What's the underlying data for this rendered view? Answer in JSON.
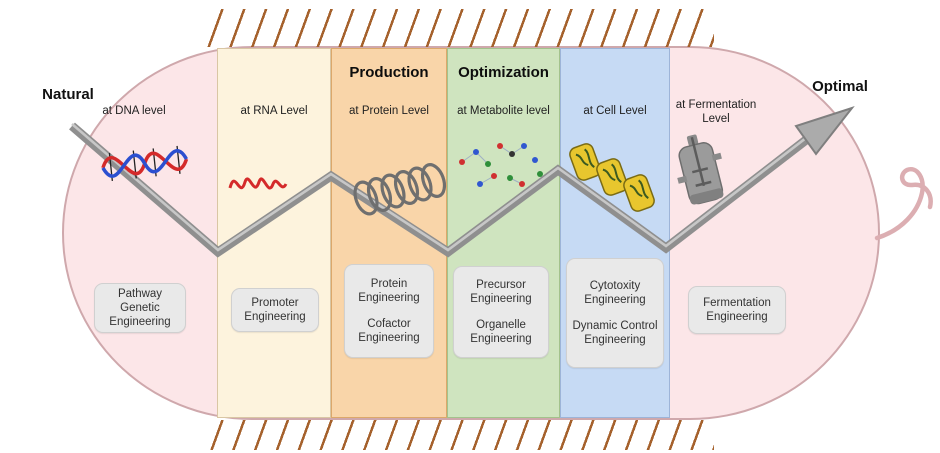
{
  "labels": {
    "natural": "Natural",
    "optimal": "Optimal"
  },
  "sections": [
    {
      "id": "dna",
      "level": "at DNA level",
      "icon": "dna-double-helix-icon",
      "boxes": [
        "Pathway Genetic Engineering"
      ]
    },
    {
      "id": "rna",
      "level": "at RNA Level",
      "icon": "rna-strand-icon",
      "boxes": [
        "Promoter Engineering"
      ]
    },
    {
      "id": "protein",
      "header": "Production",
      "level": "at Protein Level",
      "icon": "protein-coil-icon",
      "boxes": [
        "Protein Engineering",
        "Cofactor Engineering"
      ]
    },
    {
      "id": "metabolite",
      "header": "Optimization",
      "level": "at Metabolite level",
      "icon": "metabolite-molecules-icon",
      "boxes": [
        "Precursor Engineering",
        "Organelle Engineering"
      ]
    },
    {
      "id": "cell",
      "level": "at Cell Level",
      "icon": "cell-capsules-icon",
      "boxes": [
        "Cytotoxity Engineering",
        "Dynamic Control Engineering"
      ]
    },
    {
      "id": "fermentation",
      "level": "at Fermentation Level",
      "icon": "fermenter-icon",
      "boxes": [
        "Fermentation Engineering"
      ]
    }
  ],
  "decorations": {
    "arrow": "zigzag-progress-arrow",
    "tail": "flagellum-tail",
    "hatch": "membrane-hatch"
  },
  "colors": {
    "capsule_fill": "#fce6e8",
    "capsule_border": "#cfa8ac",
    "rna_fill": "#fdf3dd",
    "protein_fill": "#f9d5a9",
    "metabolite_fill": "#cfe4bf",
    "cell_fill": "#c6daf4",
    "box_fill": "#e9e9e9",
    "hatch": "#a5612c",
    "arrow": "#9a9a9a",
    "dna_red": "#d42a2a",
    "dna_blue": "#2b4fd0",
    "cell_icon_yellow": "#e8c62e"
  }
}
